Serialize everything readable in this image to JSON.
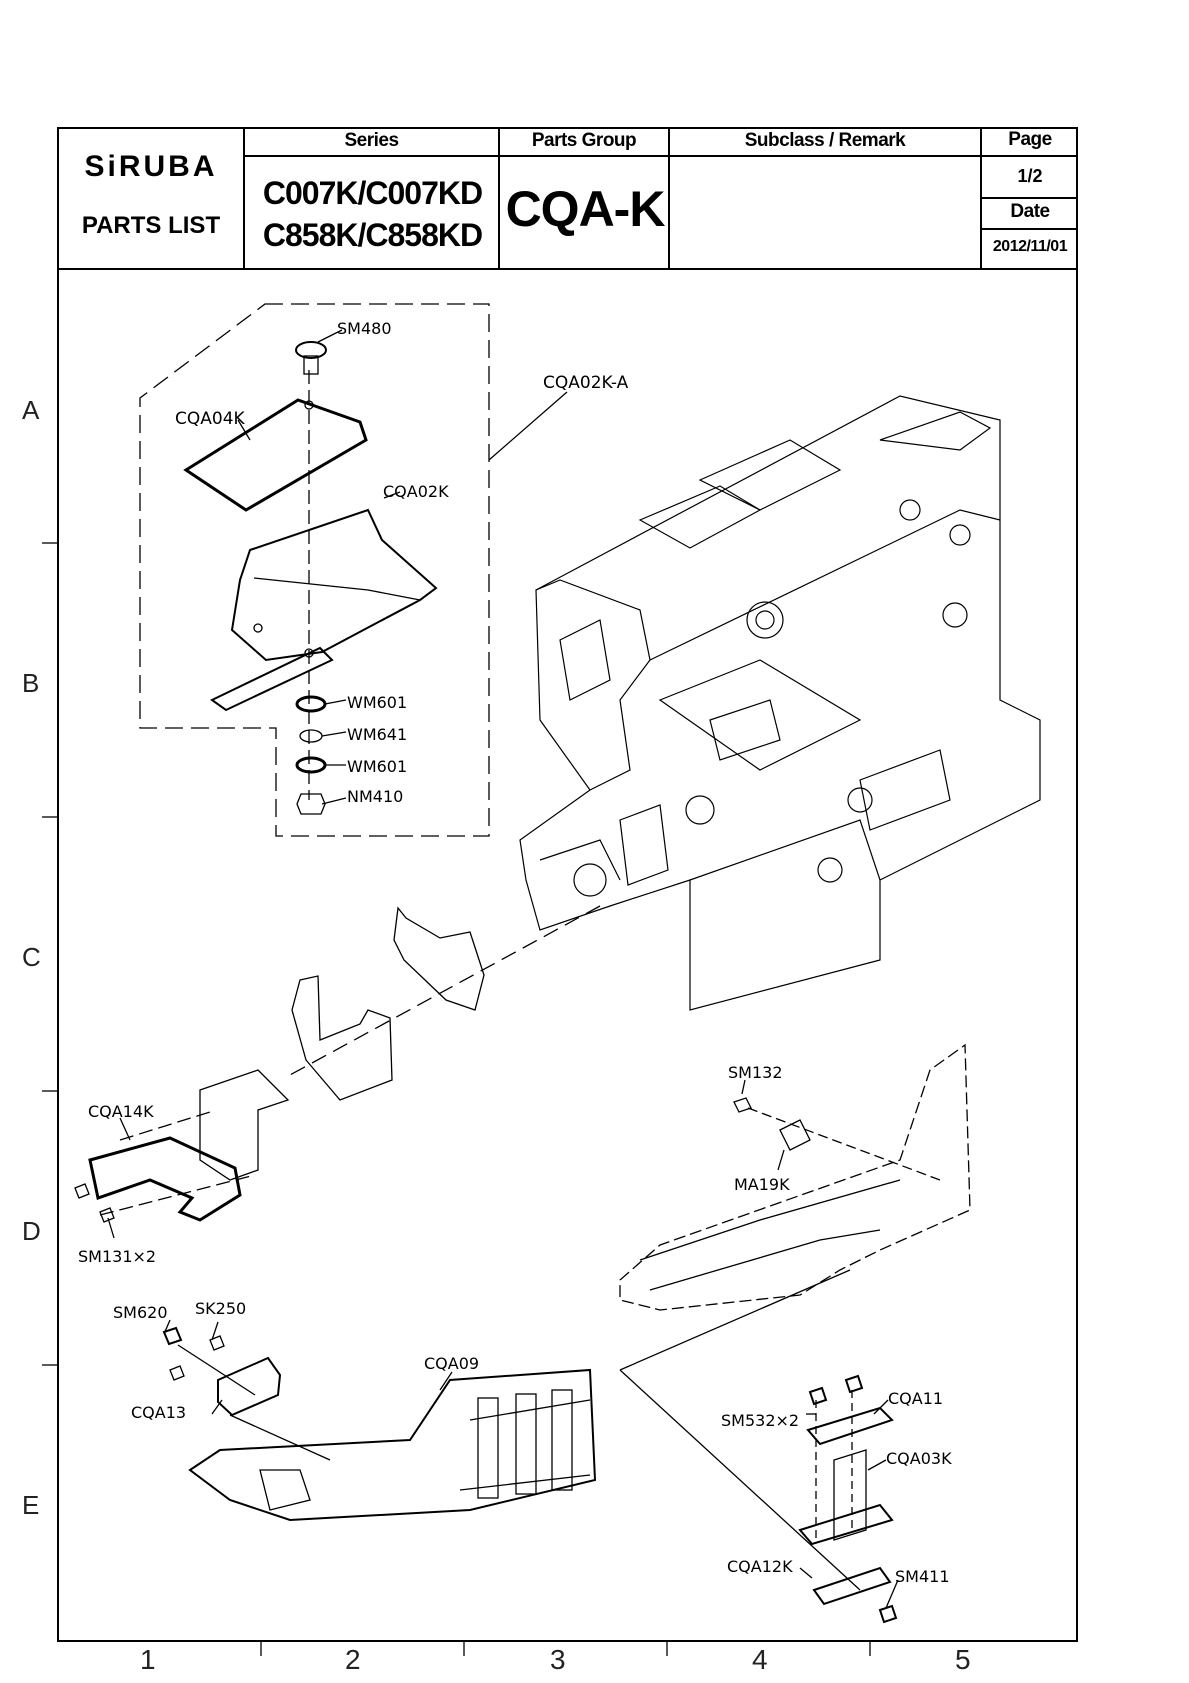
{
  "header": {
    "brand": "SiRUBA",
    "parts_list": "PARTS LIST",
    "series_head": "Series",
    "group_head": "Parts Group",
    "subclass_head": "Subclass / Remark",
    "page_head": "Page",
    "date_head": "Date",
    "series_line1": "C007K/C007KD",
    "series_line2": "C858K/C858KD",
    "group_value": "CQA-K",
    "subclass_value": "",
    "page_value": "1/2",
    "date_value": "2012/11/01"
  },
  "grid": {
    "rows": [
      "A",
      "B",
      "C",
      "D",
      "E"
    ],
    "cols": [
      "1",
      "2",
      "3",
      "4",
      "5"
    ]
  },
  "parts": {
    "sm480": "SM480",
    "cqa02k_a": "CQA02K-A",
    "cqa04k": "CQA04K",
    "cqa02k": "CQA02K",
    "wm601_a": "WM601",
    "wm641": "WM641",
    "wm601_b": "WM601",
    "nm410": "NM410",
    "sm132": "SM132",
    "cqa14k": "CQA14K",
    "ma19k": "MA19K",
    "sm131x2": "SM131×2",
    "sm620": "SM620",
    "sk250": "SK250",
    "cqa09": "CQA09",
    "cqa13": "CQA13",
    "cqa11": "CQA11",
    "sm532x2": "SM532×2",
    "cqa03k": "CQA03K",
    "cqa12k": "CQA12K",
    "sm411": "SM411"
  }
}
